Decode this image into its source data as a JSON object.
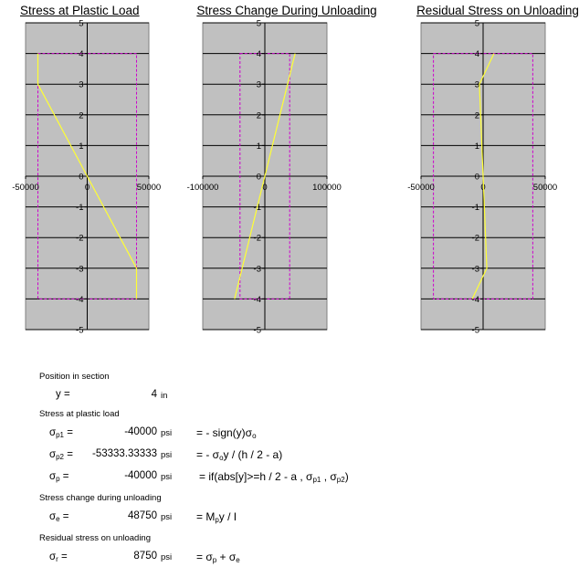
{
  "chart_data": [
    {
      "type": "line",
      "title": "Stress at Plastic Load",
      "xlim": [
        -50000,
        50000
      ],
      "ylim": [
        -5,
        5
      ],
      "xticks": [
        -50000,
        0,
        50000
      ],
      "xtick_labels": [
        "-50000",
        "0",
        "50000"
      ],
      "yticks": [
        5,
        4,
        3,
        2,
        1,
        0,
        -1,
        -2,
        -3,
        -4,
        -5
      ],
      "ytick_labels": [
        "5",
        "4",
        "3",
        "2",
        "1",
        "0",
        "-1",
        "-2",
        "-3",
        "-4",
        "-5"
      ],
      "grid": true,
      "series": [
        {
          "color": "#ffff33",
          "points": [
            [
              -40000,
              4
            ],
            [
              -40000,
              3
            ],
            [
              0,
              0
            ],
            [
              40000,
              -3
            ],
            [
              40000,
              -4
            ]
          ]
        }
      ],
      "boundary": {
        "color": "#cc00cc",
        "x": [
          -40000,
          40000
        ],
        "y": [
          -4,
          4
        ]
      }
    },
    {
      "type": "line",
      "title": "Stress Change During Unloading",
      "xlim": [
        -100000,
        100000
      ],
      "ylim": [
        -5,
        5
      ],
      "xticks": [
        -100000,
        0,
        100000
      ],
      "xtick_labels": [
        "-100000",
        "0",
        "100000"
      ],
      "yticks": [
        5,
        4,
        3,
        2,
        1,
        0,
        -1,
        -2,
        -3,
        -4,
        -5
      ],
      "ytick_labels": [
        "5",
        "4",
        "3",
        "2",
        "1",
        "0",
        "-1",
        "-2",
        "-3",
        "-4",
        "-5"
      ],
      "grid": true,
      "series": [
        {
          "color": "#ffff33",
          "points": [
            [
              48750,
              4
            ],
            [
              -48750,
              -4
            ]
          ]
        }
      ],
      "boundary": {
        "color": "#cc00cc",
        "x": [
          -40000,
          40000
        ],
        "y": [
          -4,
          4
        ]
      }
    },
    {
      "type": "line",
      "title": "Residual Stress on Unloading",
      "xlim": [
        -50000,
        50000
      ],
      "ylim": [
        -5,
        5
      ],
      "xticks": [
        -50000,
        0,
        50000
      ],
      "xtick_labels": [
        "-50000",
        "0",
        "50000"
      ],
      "yticks": [
        5,
        4,
        3,
        2,
        1,
        0,
        -1,
        -2,
        -3,
        -4,
        -5
      ],
      "ytick_labels": [
        "5",
        "4",
        "3",
        "2",
        "1",
        "0",
        "-1",
        "-2",
        "-3",
        "-4",
        "-5"
      ],
      "grid": true,
      "series": [
        {
          "color": "#ffff33",
          "points": [
            [
              8750,
              4
            ],
            [
              -3000,
              3
            ],
            [
              0,
              0
            ],
            [
              3000,
              -3
            ],
            [
              -8750,
              -4
            ]
          ]
        }
      ],
      "boundary": {
        "color": "#cc00cc",
        "x": [
          -40000,
          40000
        ],
        "y": [
          -4,
          4
        ]
      }
    }
  ],
  "calc": {
    "position_header": "Position in section",
    "y_label": "y =",
    "y_value": "4",
    "y_unit": "in",
    "plastic_header": "Stress at plastic load",
    "sp1_sym": "σ",
    "sp1_sub": "p1",
    "sp1_eq": " =",
    "sp1_value": "-40000",
    "sp1_unit": "psi",
    "sp1_formula": "= - sign(y)σ",
    "sp1_formula_sub": "o",
    "sp2_sym": "σ",
    "sp2_sub": "p2",
    "sp2_eq": " =",
    "sp2_value": "-53333.33333",
    "sp2_unit": "psi",
    "sp2_formula_a": "= - σ",
    "sp2_formula_sub": "o",
    "sp2_formula_b": "y / (h / 2 - a)",
    "sp_sym": "σ",
    "sp_sub": "p",
    "sp_eq": " =",
    "sp_value": "-40000",
    "sp_unit": "psi",
    "sp_formula_a": "= if(abs[y]>=h / 2 - a , σ",
    "sp_formula_sub1": "p1",
    "sp_formula_b": " , σ",
    "sp_formula_sub2": "p2",
    "sp_formula_c": ")",
    "unload_header": "Stress change during unloading",
    "se_sym": "σ",
    "se_sub": "e",
    "se_eq": " =",
    "se_value": "48750",
    "se_unit": "psi",
    "se_formula_a": "= M",
    "se_formula_sub": "p",
    "se_formula_b": "y / I",
    "residual_header": "Residual stress on unloading",
    "sr_sym": "σ",
    "sr_sub": "r",
    "sr_eq": " =",
    "sr_value": "8750",
    "sr_unit": "psi",
    "sr_formula_a": "= σ",
    "sr_formula_sub1": "p",
    "sr_formula_b": " + σ",
    "sr_formula_sub2": "e"
  }
}
